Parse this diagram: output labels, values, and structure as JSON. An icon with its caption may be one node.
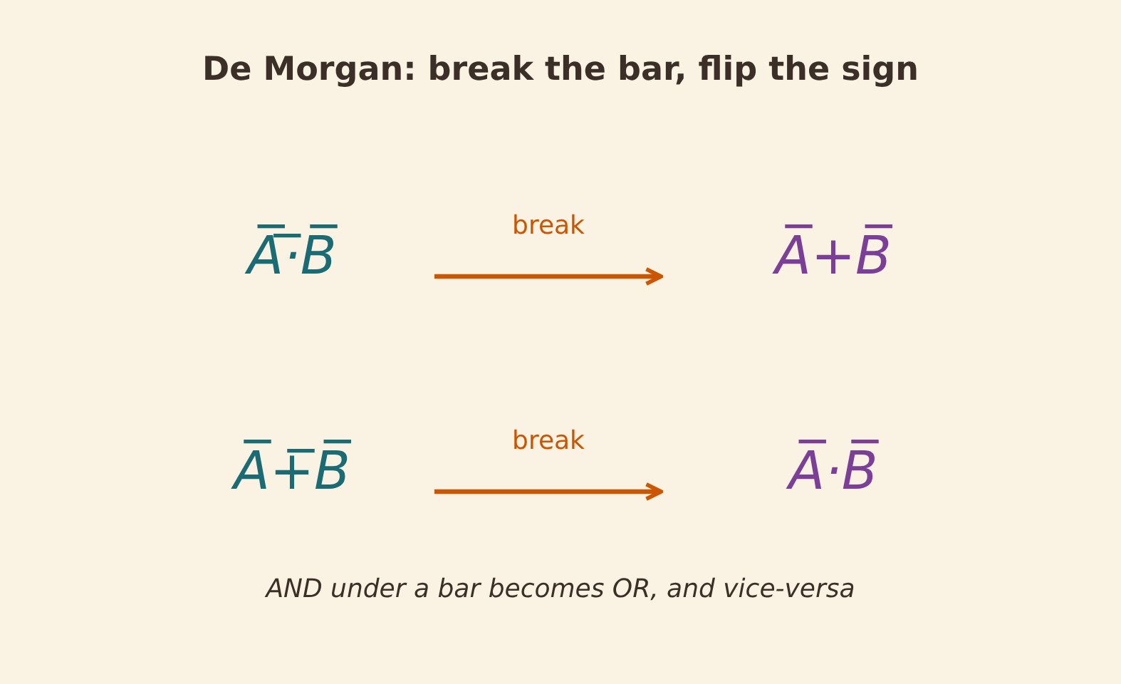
{
  "diagram": {
    "title": "De Morgan: break the bar, flip the sign",
    "caption": "AND under a bar becomes OR, and vice-versa",
    "nodes": [
      {
        "text": [
          "A̅·̅B̅"
        ]
      },
      {
        "text": [
          "A̅+B̅"
        ]
      },
      {
        "text": [
          "A̅+̅B̅"
        ]
      },
      {
        "text": [
          "A̅·B̅"
        ]
      }
    ],
    "edges": [
      {
        "from": 0,
        "to": 1,
        "arrow": "to",
        "label": "break"
      },
      {
        "from": 2,
        "to": 3,
        "arrow": "to",
        "label": "break"
      }
    ]
  }
}
